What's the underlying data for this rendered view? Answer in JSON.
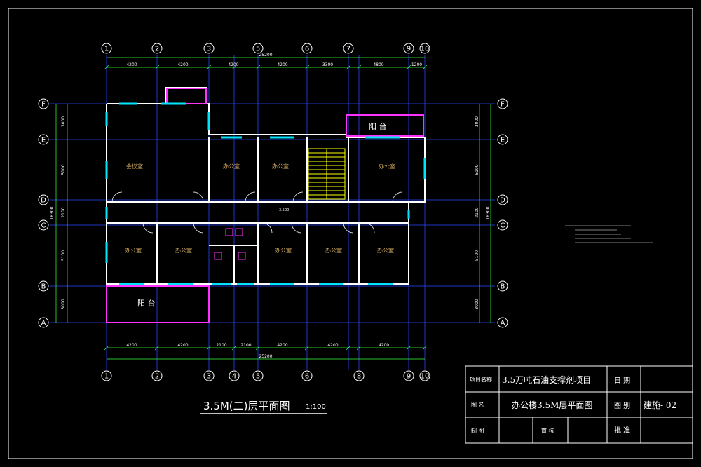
{
  "axes": {
    "top": [
      "1",
      "2",
      "3",
      "5",
      "6",
      "7",
      "9",
      "10"
    ],
    "bottom": [
      "1",
      "2",
      "3",
      "4",
      "5",
      "6",
      "8",
      "9",
      "10"
    ],
    "rows": [
      "F",
      "E",
      "D",
      "C",
      "B",
      "A"
    ]
  },
  "dims": {
    "total": "25200",
    "top": [
      "4200",
      "4200",
      "4200",
      "4200",
      "3300",
      "4800",
      "1200"
    ],
    "bottom": [
      "4200",
      "4200",
      "2100",
      "2100",
      "4200",
      "4200",
      "4200"
    ],
    "left": [
      "3000",
      "5100",
      "2100",
      "5100",
      "3000"
    ],
    "left_total": "18300",
    "right": [
      "3000",
      "5100",
      "2100",
      "5100",
      "3000"
    ],
    "right_total": "18300"
  },
  "rooms": {
    "meeting": "会议室",
    "office": "办公室",
    "balcony": "阳  台",
    "level": "3.500"
  },
  "title": {
    "main": "3.5M(二)层平面图",
    "scale": "1:100"
  },
  "titleblock": {
    "project_label": "项目名称",
    "project": "3.5万吨石油支撑剂项目",
    "date_label": "日  期",
    "drawing_label": "图  名",
    "drawing": "办公楼3.5M层平面图",
    "no_label": "图  别",
    "no": "建施- 02",
    "draw_label": "制  图",
    "check_label": "审  核",
    "approve_label": "批  准"
  },
  "colors": {
    "background": "#000000",
    "frame": "#ffffff",
    "axis_line": "#2a44ff",
    "axis_bubble": "#3cff3c",
    "wall": "#ffffff",
    "window": "#00e5ff",
    "balcony": "#ff33ff",
    "stair": "#ffff00"
  }
}
